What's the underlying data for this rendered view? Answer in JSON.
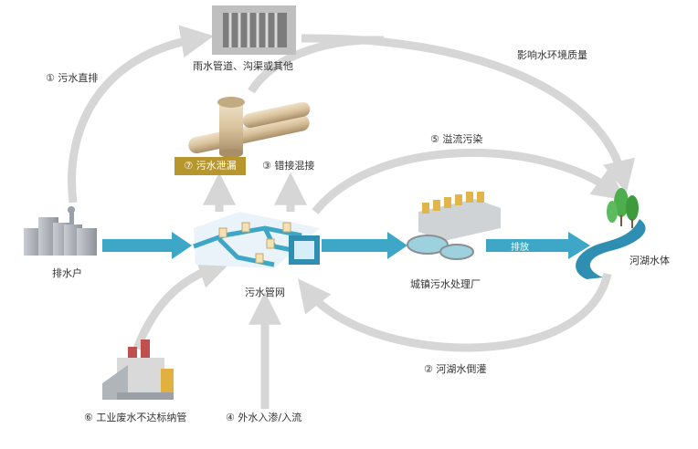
{
  "colors": {
    "flow_main": "#3ea6c6",
    "flow_gray": "#d6d6d6",
    "highlight_box": "#b8962e",
    "text": "#333333"
  },
  "nodes": {
    "drainage_household": "排水户",
    "sewer_network": "污水管网",
    "treatment_plant": "城镇污水处理厂",
    "river_lake": "河湖水体",
    "rain_pipe": "雨水管道、沟渠或其他",
    "industrial": "工业废水不达标纳管"
  },
  "paths": {
    "p1": {
      "num": "①",
      "text": "污水直排"
    },
    "p2": {
      "num": "②",
      "text": "河湖水倒灌"
    },
    "p3": {
      "num": "③",
      "text": "错接混接"
    },
    "p4": {
      "num": "④",
      "text": "外水入渗/入流"
    },
    "p5": {
      "num": "⑤",
      "text": "溢流污染"
    },
    "p6": {
      "num": "⑥",
      "text": ""
    },
    "p7": {
      "num": "⑦",
      "text": "污水泄漏"
    }
  },
  "annotations": {
    "impact": "影响水环境质量",
    "discharge": "排放"
  }
}
